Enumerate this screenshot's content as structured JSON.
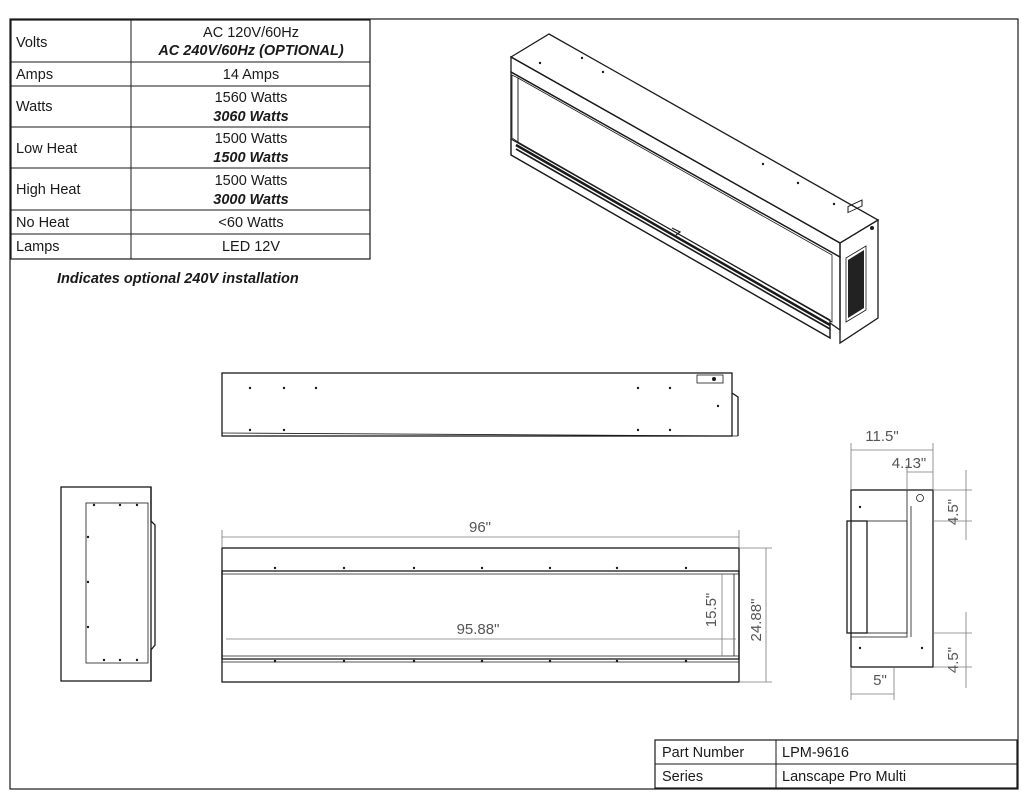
{
  "specs": {
    "rows": [
      {
        "label": "Volts",
        "value": "AC 120V/60Hz",
        "optional": "AC 240V/60Hz (OPTIONAL)"
      },
      {
        "label": "Amps",
        "value": "14 Amps",
        "optional": ""
      },
      {
        "label": "Watts",
        "value": "1560 Watts",
        "optional": "3060 Watts"
      },
      {
        "label": "Low Heat",
        "value": "1500 Watts",
        "optional": "1500 Watts"
      },
      {
        "label": "High Heat",
        "value": "1500 Watts",
        "optional": "3000 Watts"
      },
      {
        "label": "No Heat",
        "value": "<60 Watts",
        "optional": ""
      },
      {
        "label": "Lamps",
        "value": "LED 12V",
        "optional": ""
      }
    ],
    "note": "Indicates optional 240V installation"
  },
  "dimensions": {
    "front_width": "96\"",
    "opening_width": "95.88\"",
    "opening_height": "15.5\"",
    "total_height": "24.88\"",
    "side_depth": "11.5\"",
    "side_inset": "4.13\"",
    "side_top": "4.5\"",
    "side_bottom": "4.5\"",
    "side_base": "5\""
  },
  "title_block": {
    "part_number_label": "Part Number",
    "part_number_value": "LPM-9616",
    "series_label": "Series",
    "series_value": "Lanscape Pro Multi"
  }
}
